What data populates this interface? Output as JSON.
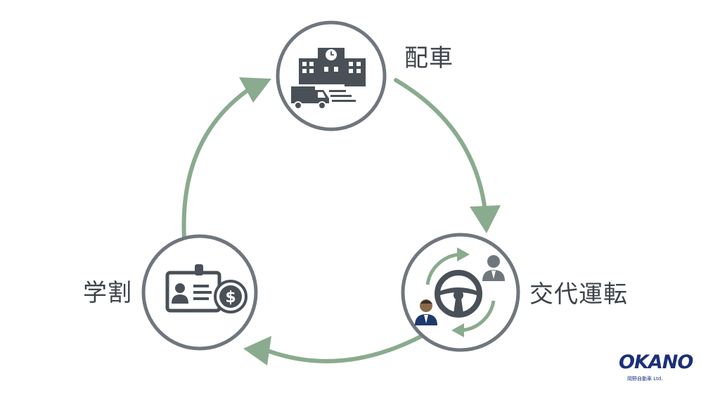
{
  "nodes": {
    "top": {
      "label": "配車",
      "icon": "hospital-van-icon"
    },
    "right": {
      "label": "交代運転",
      "icon": "steering-wheel-drivers-icon"
    },
    "left": {
      "label": "学割",
      "icon": "id-card-dollar-icon"
    }
  },
  "logo": {
    "name": "OKANO",
    "subtitle": "岡野自動車 Ltd."
  },
  "colors": {
    "arrow": "#8aab8e",
    "circle_border": "#6f767e",
    "icon": "#4a5058",
    "text": "#3d4349",
    "brand": "#1b2f7a"
  }
}
